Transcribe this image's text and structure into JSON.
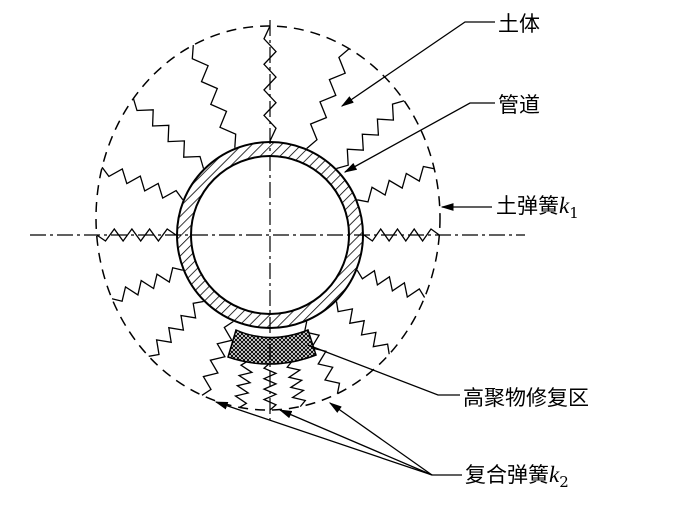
{
  "labels": {
    "soil": "土体",
    "pipe": "管道",
    "soil_spring": "土弹簧",
    "soil_spring_k": "k",
    "soil_spring_sub": "1",
    "repair_zone": "高聚物修复区",
    "composite_spring": "复合弹簧",
    "composite_spring_k": "k",
    "composite_spring_sub": "2"
  }
}
